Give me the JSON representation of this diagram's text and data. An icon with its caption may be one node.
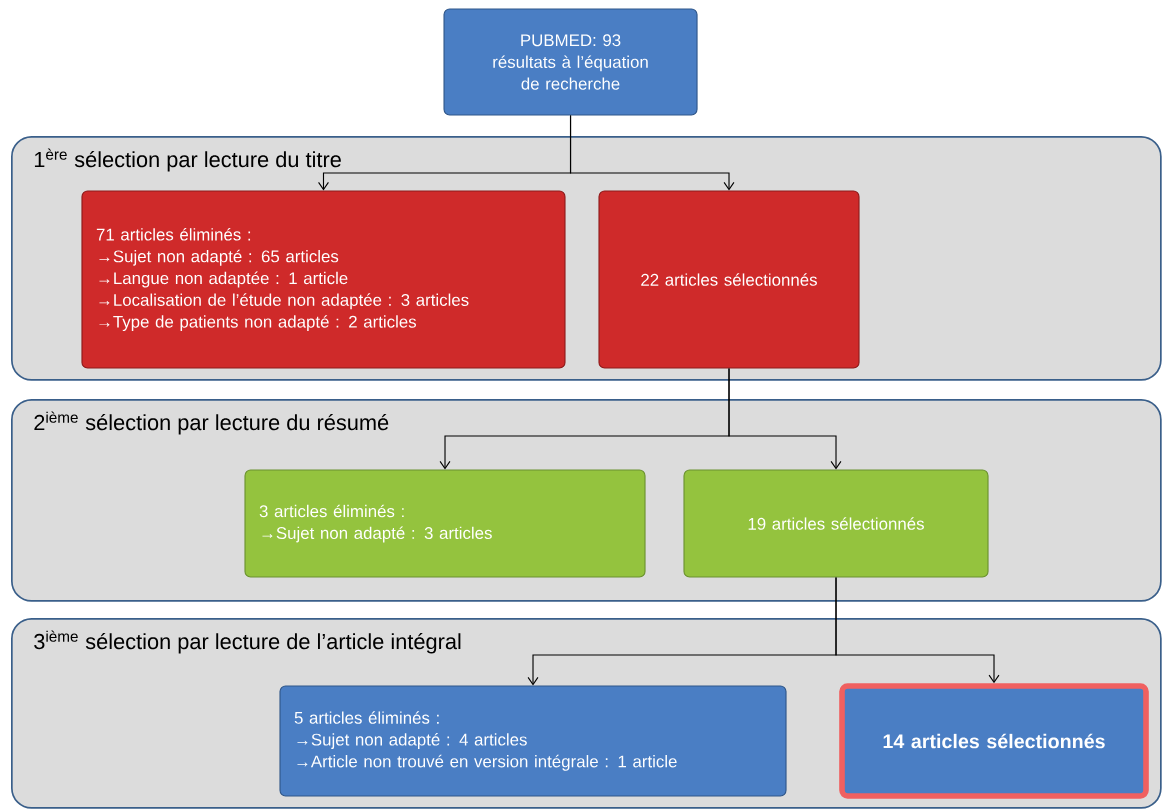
{
  "diagram": {
    "nodes": [
      {
        "text": [
          "PUBMED: 93 résultats à l’équation de recherche"
        ]
      },
      {
        "text": [
          "1$^{ère}$ sélection par lecture du titre"
        ]
      },
      {
        "text": [
          "71 articles éliminés :",
          "→Sujet non adapté : 65 articles",
          "→Langue non adaptée : 1 article",
          "→Localisation de l’étude non adaptée : 3 articles",
          "→Type de patients non adapté : 2 articles"
        ],
        "in": 1
      },
      {
        "text": [
          "22 articles sélectionnés"
        ],
        "in": 1
      },
      {
        "text": [
          "2$^{ième}$ sélection par lecture du résumé"
        ]
      },
      {
        "text": [
          "3 articles  éliminés :",
          "→Sujet non adapté : 3 articles"
        ],
        "in": 4
      },
      {
        "text": [
          "19 articles sélectionnés"
        ],
        "in": 4
      },
      {
        "text": [
          "3$^{ième}$ sélection par lecture de l’article intégral"
        ]
      },
      {
        "text": [
          "5 articles  éliminés :",
          "→Sujet non adapté : 4 articles",
          "→Article non trouvé en version intégrale : 1 article"
        ],
        "in": 7
      },
      {
        "text": [
          "14 articles sélectionnés"
        ],
        "in": 7
      }
    ],
    "edges": [
      {
        "from": 0,
        "to": 2,
        "arrow": "to"
      },
      {
        "from": 0,
        "to": 3,
        "arrow": "to"
      },
      {
        "from": 3,
        "to": 5,
        "arrow": "to"
      },
      {
        "from": 3,
        "to": 6,
        "arrow": "to"
      },
      {
        "from": 6,
        "to": 8,
        "arrow": "to"
      },
      {
        "from": 6,
        "to": 9,
        "arrow": "to"
      }
    ]
  }
}
